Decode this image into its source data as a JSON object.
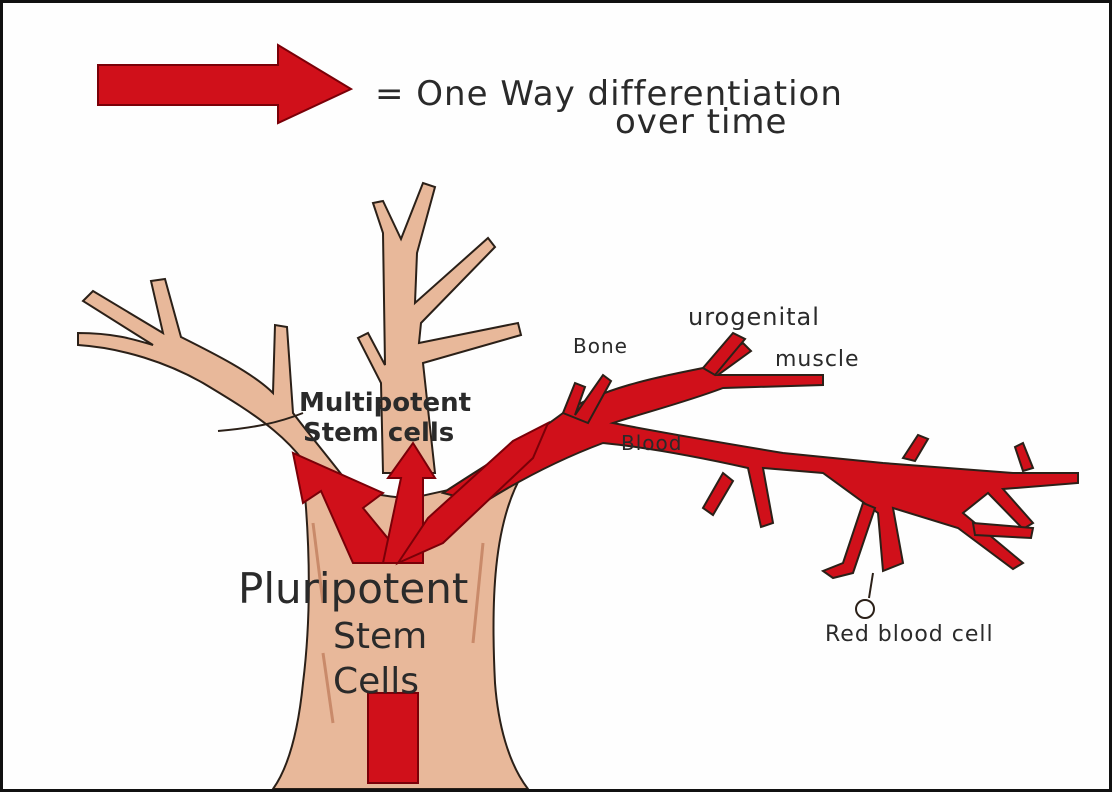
{
  "legend": {
    "line1": "= One Way differentiation",
    "line2": "over time"
  },
  "labels": {
    "multipotent_line1": "Multipotent",
    "multipotent_line2": "Stem cells",
    "pluripotent_line1": "Pluripotent",
    "pluripotent_line2": "Stem",
    "pluripotent_line3": "Cells",
    "bone": "Bone",
    "urogenital": "urogenital",
    "muscle": "muscle",
    "blood": "Blood",
    "red_blood_cell": "Red blood cell"
  },
  "colors": {
    "bark": "#e8b89a",
    "bark_shade": "#c98a6a",
    "outline": "#2b2018",
    "arrow_red": "#d0101a",
    "dark_red": "#9e0a10",
    "border": "#111111"
  }
}
